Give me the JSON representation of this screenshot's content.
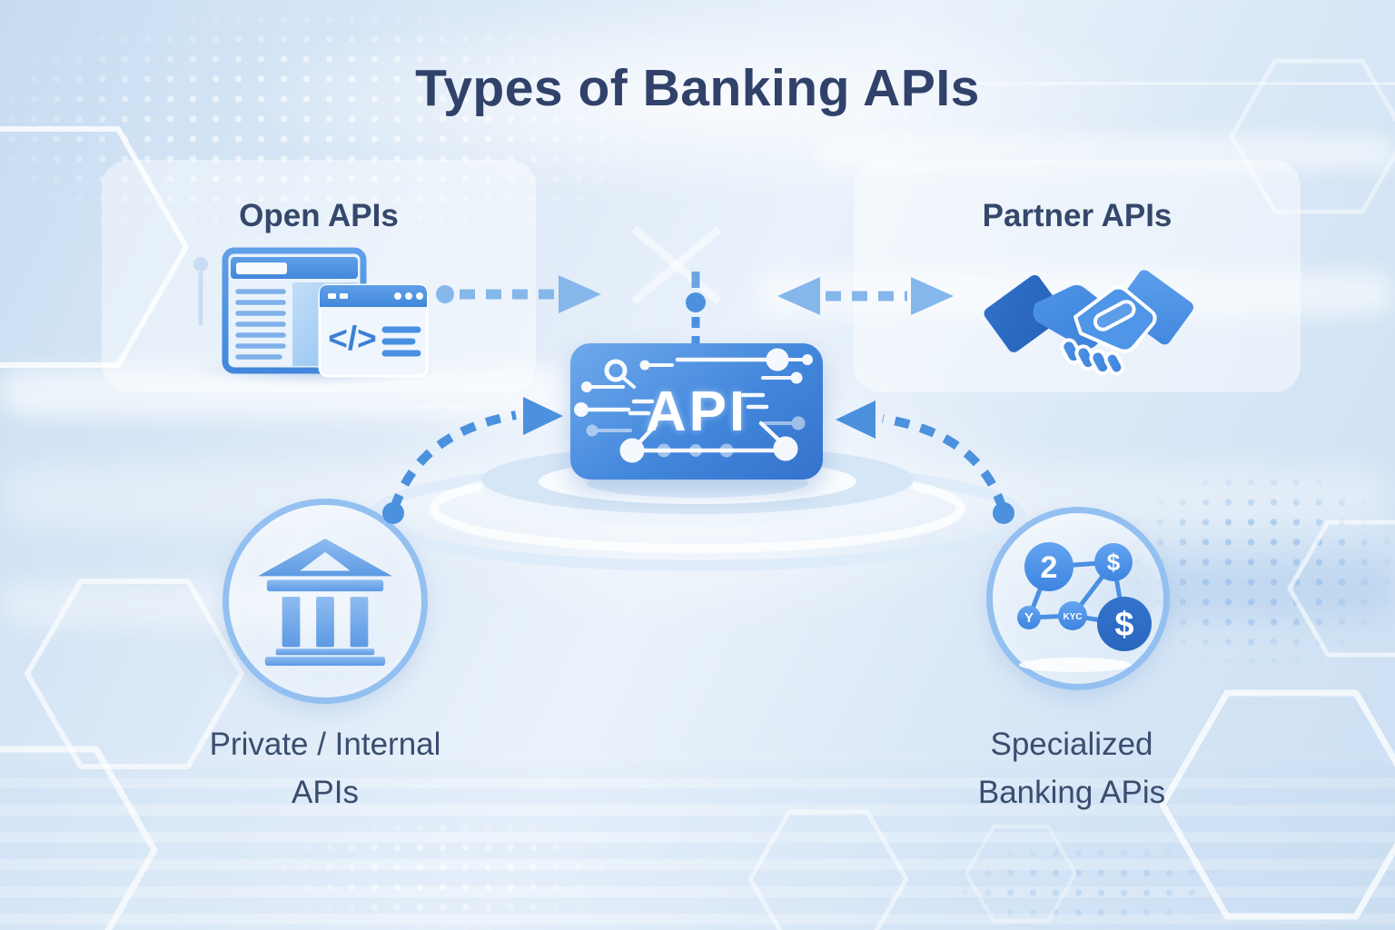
{
  "title": "Types of Banking APIs",
  "center_chip": {
    "label": "API"
  },
  "categories": {
    "open": {
      "label": "Open APIs"
    },
    "partner": {
      "label": "Partner APIs"
    },
    "private": {
      "label_line1": "Private / Internal",
      "label_line2": "APIs"
    },
    "specialized": {
      "label_line1": "Specialized",
      "label_line2": "Banking APis"
    }
  },
  "open_icon": {
    "code_glyph": "</>"
  },
  "specialized_icon": {
    "nodes": {
      "two": "2",
      "dollar_small": "$",
      "y": "Y",
      "kyc": "KYC",
      "dollar_large": "$"
    }
  },
  "colors": {
    "heading_text": "#31426A",
    "label_text": "#3A4D6E",
    "api_chip_blue": "#4186DB",
    "arrow_light_blue": "#86B7EB",
    "arrow_accent_blue": "#4B91DE",
    "icon_blue": "#4A90E2",
    "icon_dark_blue": "#2D6CC2",
    "circle_ring_blue": "#93C0F1",
    "background_tint": "#D9E8F7"
  }
}
